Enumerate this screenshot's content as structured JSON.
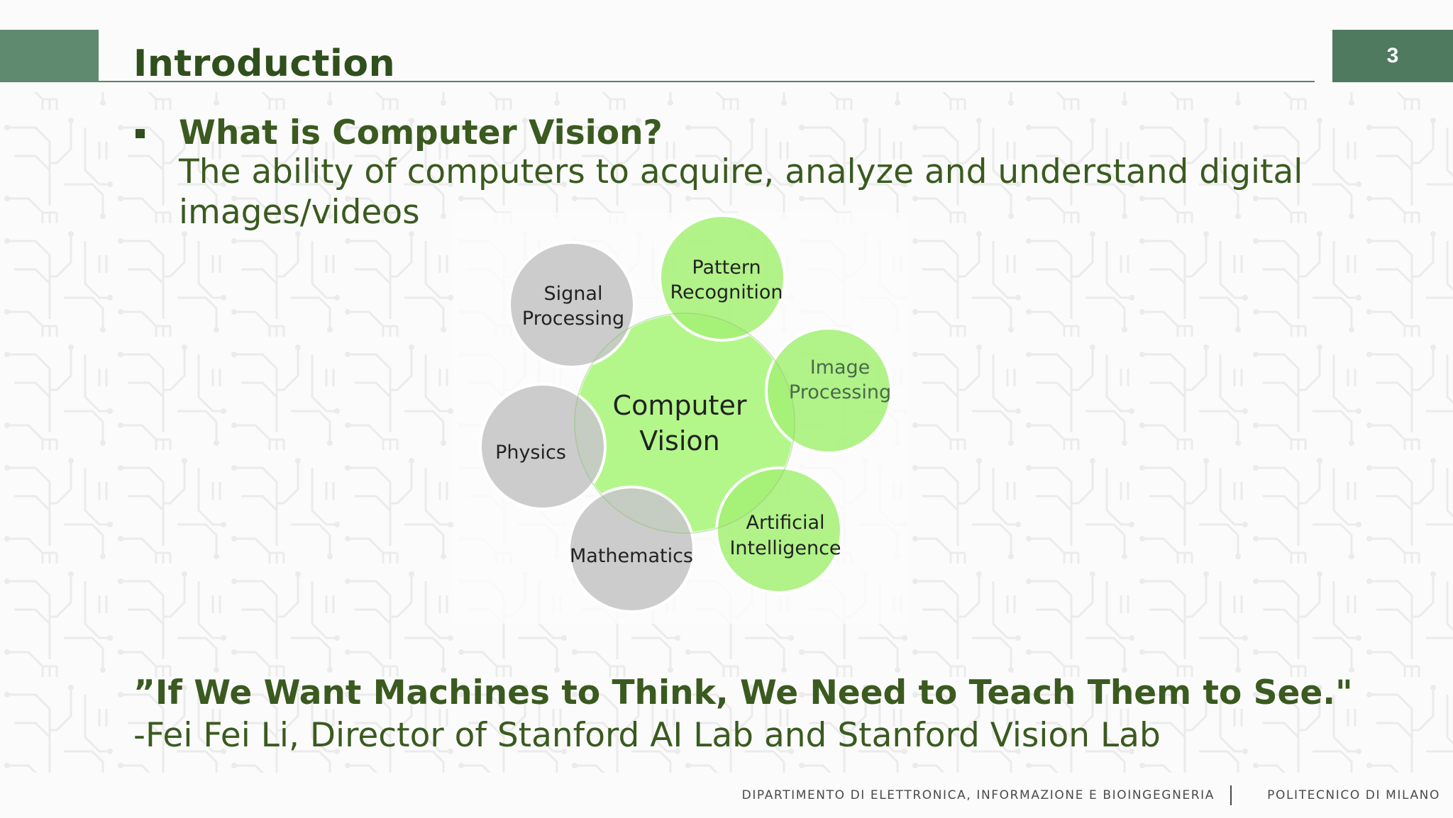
{
  "header": {
    "title": "Introduction",
    "page_number": "3"
  },
  "bullet": {
    "heading": "What is Computer Vision?",
    "body": "The ability of computers to acquire, analyze and understand digital images/videos"
  },
  "diagram": {
    "center": [
      "Computer",
      "Vision"
    ],
    "nodes": {
      "pattern_recognition": [
        "Pattern",
        "Recognition"
      ],
      "image_processing": [
        "Image",
        "Processing"
      ],
      "artificial_intelligence": [
        "Artificial",
        "Intelligence"
      ],
      "mathematics": [
        "Mathematics"
      ],
      "physics": [
        "Physics"
      ],
      "signal_processing": [
        "Signal",
        "Processing"
      ]
    },
    "colors": {
      "center": "#b3f78a",
      "green_node": "#a8f27e",
      "gray_node": "#c7c6c8",
      "text_dark": "#222222",
      "text_muted": "#4a6a4a"
    }
  },
  "quote": {
    "text": "”If We Want Machines to Think, We Need to Teach Them to See.\"",
    "attribution": "-Fei Fei Li, Director of Stanford AI Lab and Stanford Vision Lab"
  },
  "footer": {
    "department": "DIPARTIMENTO DI ELETTRONICA, INFORMAZIONE E BIOINGEGNERIA",
    "university": "POLITECNICO DI MILANO"
  },
  "colors": {
    "header_green": "#5f8a70",
    "title_text": "#2f4f1c",
    "body_text": "#3a5a1f"
  }
}
